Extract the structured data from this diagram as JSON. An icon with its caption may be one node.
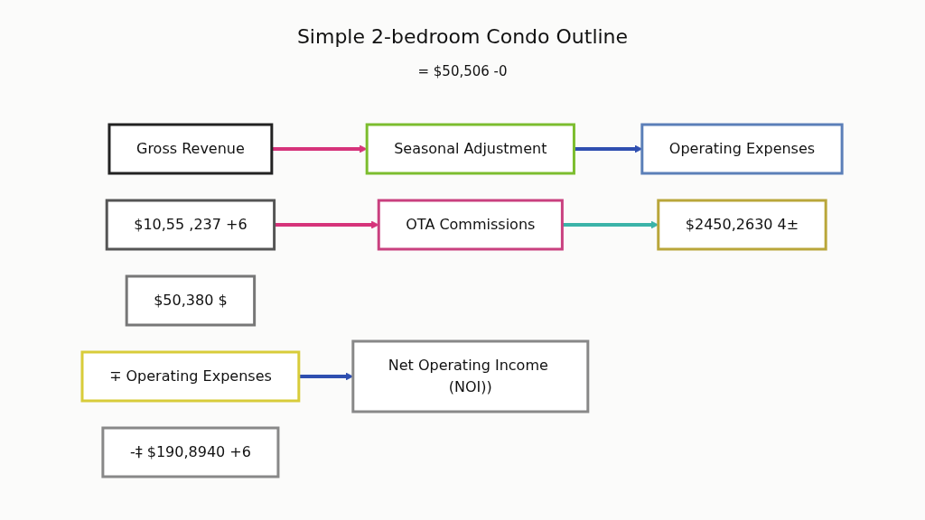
{
  "diagram": {
    "title": "Simple 2-bedroom Condo Outline",
    "nodes": [
      {
        "text": [
          "Gross Revenue"
        ]
      },
      {
        "text": [
          "Seasonal Adjustment"
        ]
      },
      {
        "text": [
          "Operating Expenses"
        ]
      },
      {
        "text": [
          "$10,55 ,237 +6"
        ]
      },
      {
        "text": [
          "$50,380 $"
        ]
      },
      {
        "text": [
          "OTA Commissions"
        ]
      },
      {
        "text": [
          "∓ Operating Expenses"
        ]
      },
      {
        "text": [
          "$2450,2630 4±"
        ]
      },
      {
        "text": [
          "-‡ $190,8940 +6"
        ]
      },
      {
        "text": [
          "Net Operating Income (NOI))"
        ]
      }
    ],
    "edges": [
      {
        "from": 0,
        "to": 1,
        "arrow": "to",
        "color": "#d6337a"
      },
      {
        "from": 1,
        "to": 2,
        "arrow": "to",
        "color": "#2f4fb0"
      },
      {
        "from": 3,
        "to": 5,
        "arrow": "to",
        "color": "#d6337a"
      },
      {
        "from": 5,
        "to": 7,
        "arrow": "to",
        "color": "#3bb3a8"
      },
      {
        "from": 6,
        "to": 9,
        "arrow": "to",
        "color": "#2f4fb0"
      }
    ],
    "labels": [
      "= $50,506 -0"
    ]
  }
}
